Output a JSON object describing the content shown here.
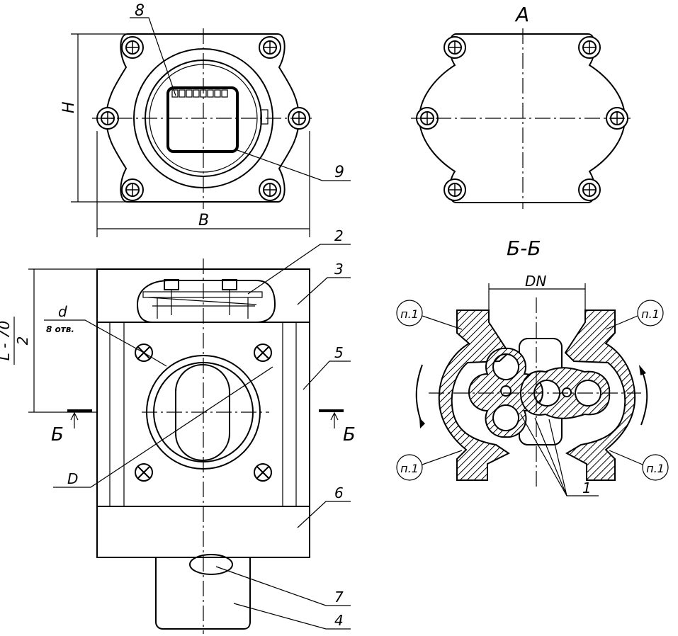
{
  "views": {
    "top": {
      "callout_8": "8",
      "callout_9": "9",
      "dim_height": "H",
      "dim_width": "B"
    },
    "view_a": {
      "title": "A"
    },
    "front": {
      "callout_2": "2",
      "callout_3": "3",
      "callout_5": "5",
      "callout_6": "6",
      "callout_7": "7",
      "callout_4": "4",
      "dim_num": "L - 70",
      "dim_den": "2",
      "hole_d": "d",
      "hole_count": "8 отв.",
      "dim_d": "D",
      "section_mark_left": "Б",
      "section_mark_right": "Б"
    },
    "section_bb": {
      "title": "Б-Б",
      "dim_dn": "DN",
      "seal_tl": "п.1",
      "seal_tr": "п.1",
      "seal_bl": "п.1",
      "seal_br": "п.1",
      "callout_1": "1"
    }
  }
}
